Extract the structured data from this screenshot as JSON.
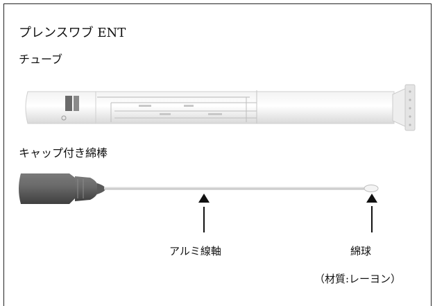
{
  "document": {
    "title": "プレンスワブ ENT",
    "sections": {
      "tube": "チューブ",
      "swab": "キャップ付き綿棒"
    },
    "labels": {
      "shaft": "アルミ線軸",
      "tip": "綿球",
      "material": "（材質:レーヨン）"
    }
  }
}
